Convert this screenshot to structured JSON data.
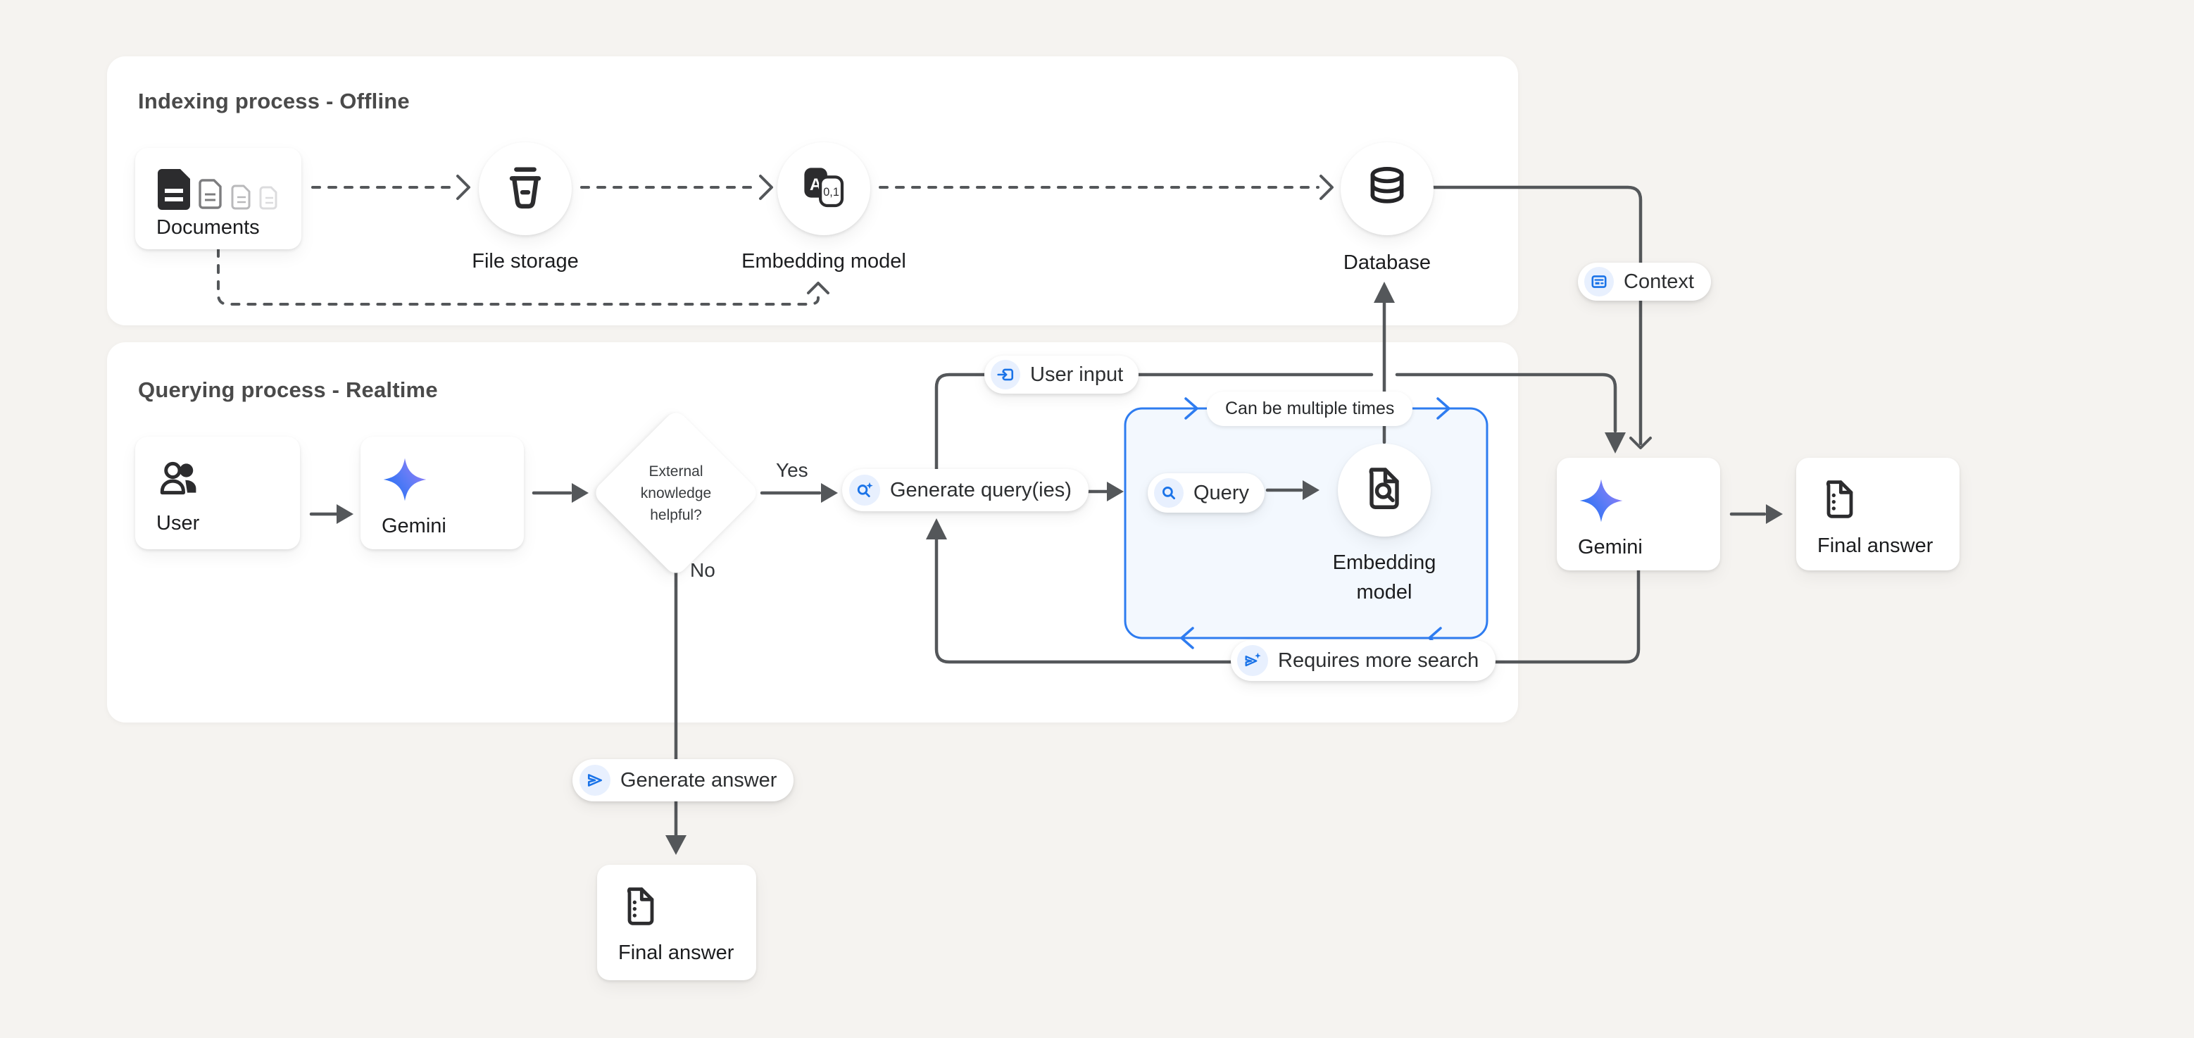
{
  "colors": {
    "background": "#f5f3f0",
    "panel": "#ffffff",
    "line_gray": "#54575a",
    "accent_blue": "#1a73e8",
    "loop_border_blue": "#2e7cf0",
    "loop_fill": "#f3f8fe",
    "chip_blue": "#e8f0fe",
    "gemini_gradient_start": "#1b6ef3",
    "gemini_gradient_end": "#9b7cf7",
    "icon_dark": "#2c2c2e"
  },
  "icons": {
    "documents": "documents-stack-icon",
    "file_storage": "storage-bucket-icon",
    "embedding_model": "translate-a01-icon",
    "database": "database-cylinder-icon",
    "user": "people-icon",
    "gemini": "gemini-star-icon",
    "generate_queries": "search-sparkle-icon",
    "query": "search-icon",
    "embedding_model_query": "document-search-icon",
    "final_answer": "document-dots-icon",
    "user_input": "input-arrow-icon",
    "context": "context-card-icon",
    "requires_more_search": "send-sparkle-icon",
    "generate_answer": "send-icon"
  },
  "indexing": {
    "title": "Indexing process - Offline",
    "documents_label": "Documents",
    "file_storage_label": "File storage",
    "embedding_model_label": "Embedding model",
    "database_label": "Database"
  },
  "querying": {
    "title": "Querying process - Realtime",
    "user_label": "User",
    "gemini_label": "Gemini",
    "diamond_line1": "External",
    "diamond_line2": "knowledge",
    "diamond_line3": "helpful?",
    "yes_label": "Yes",
    "no_label": "No",
    "generate_queries_label": "Generate query(ies)",
    "loop_note_label": "Can be multiple times",
    "query_label": "Query",
    "embedding_model_line1": "Embedding",
    "embedding_model_line2": "model",
    "gemini2_label": "Gemini",
    "final_answer_label": "Final answer",
    "final_answer_bottom_label": "Final answer",
    "user_input_label": "User input",
    "context_label": "Context",
    "requires_more_search_label": "Requires more search",
    "generate_answer_label": "Generate answer"
  }
}
